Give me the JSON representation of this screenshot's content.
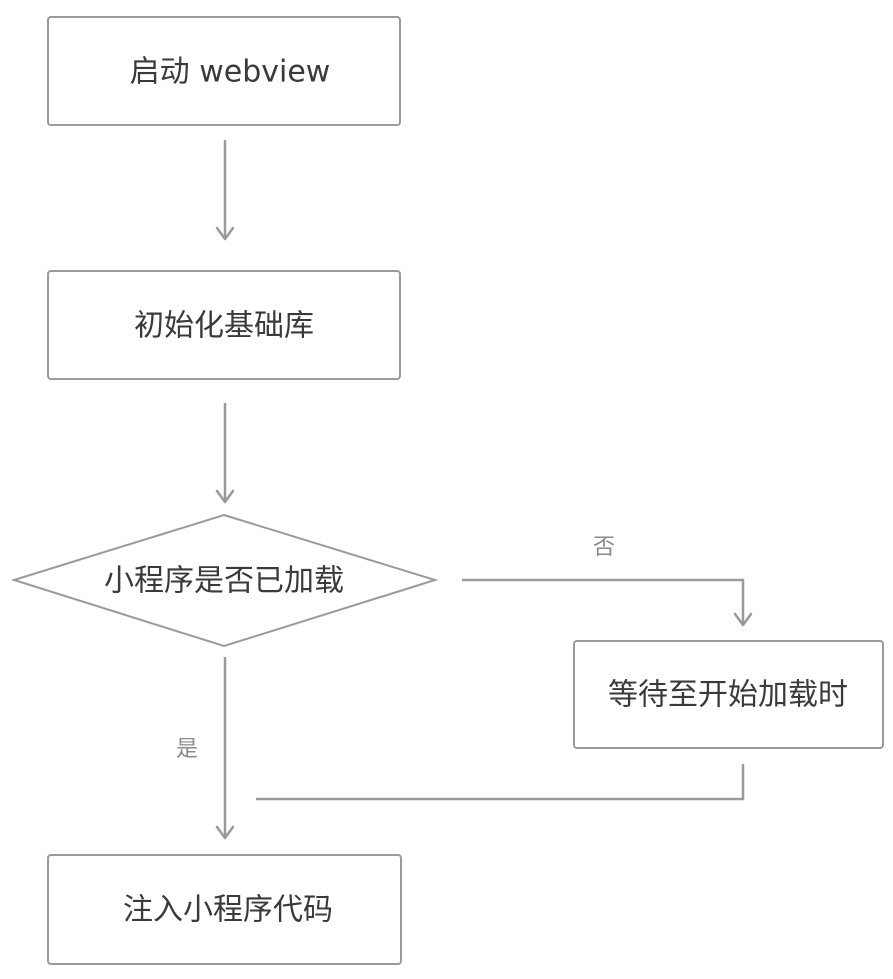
{
  "nodes": {
    "start_webview": "启动 webview",
    "init_base_lib": "初始化基础库",
    "is_loaded_decision": "小程序是否已加载",
    "wait_for_load": "等待至开始加载时",
    "inject_code": "注入小程序代码"
  },
  "edges": {
    "no_label": "否",
    "yes_label": "是"
  },
  "colors": {
    "stroke": "#9a9a9a",
    "text": "#3a3a3a",
    "label": "#8a8a8a"
  }
}
